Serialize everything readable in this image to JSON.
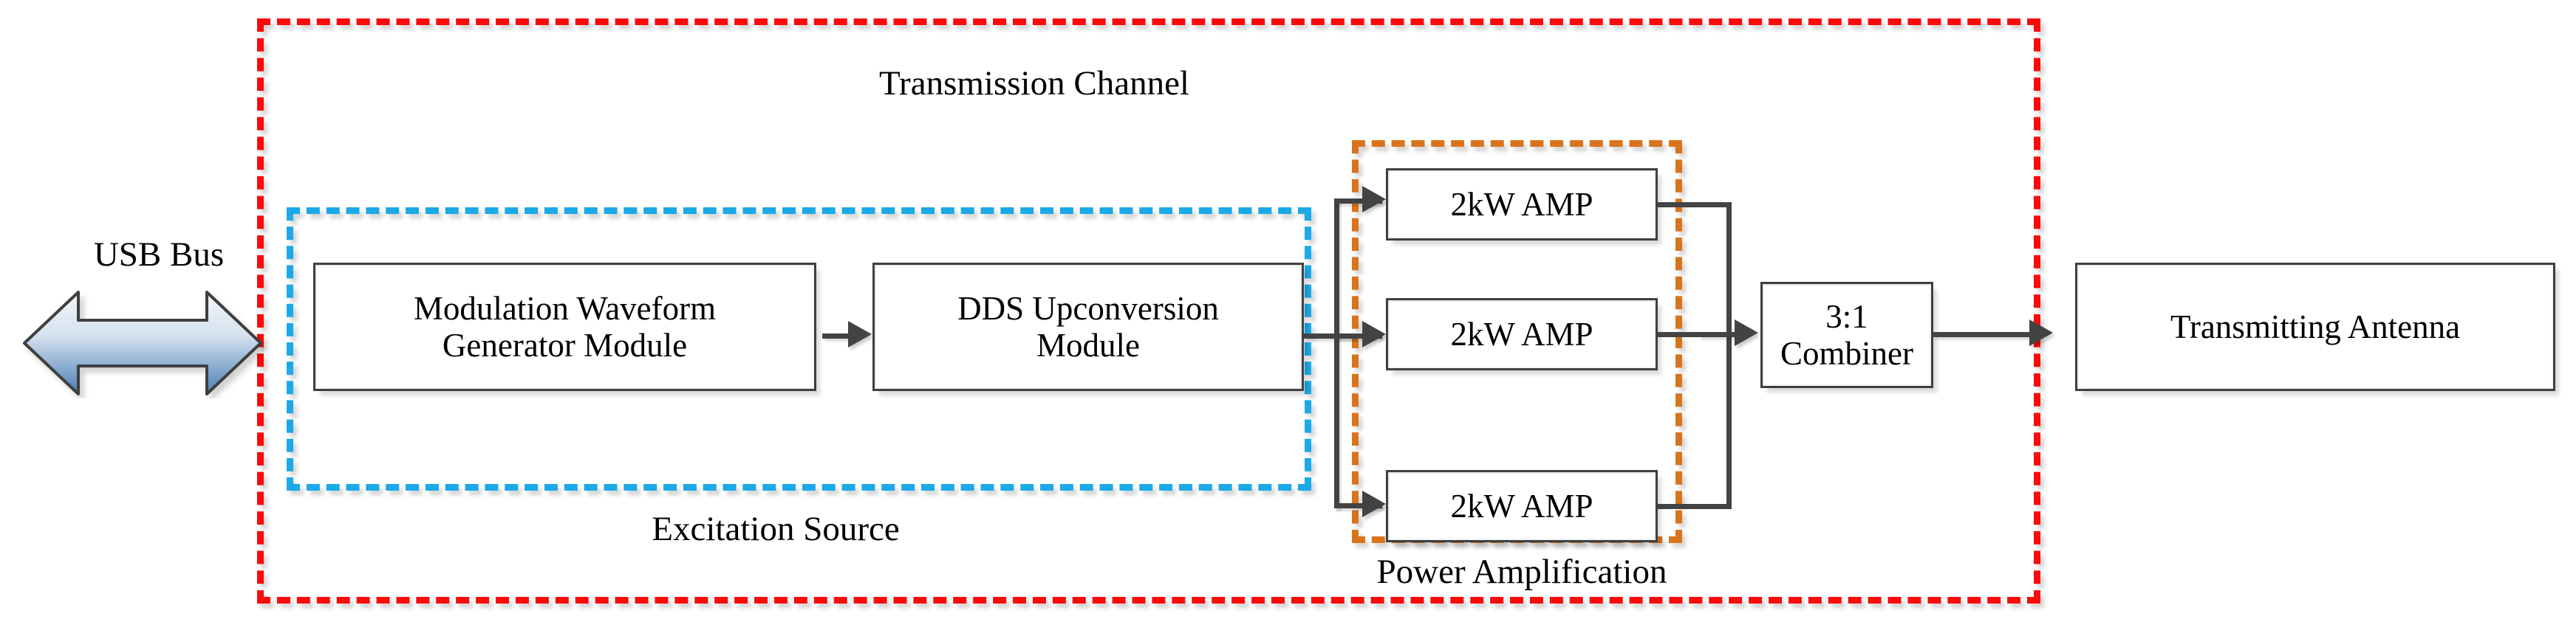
{
  "diagram": {
    "title": "Transmission Channel",
    "groups": {
      "transmission_channel": {
        "label": "Transmission Channel",
        "color": "#fa0a0a",
        "style": "dashed"
      },
      "excitation_source": {
        "label": "Excitation Source",
        "color": "#1ba9e8",
        "style": "dashed"
      },
      "power_amplification": {
        "label": "Power Amplification",
        "color": "#d9741d",
        "style": "dashed"
      }
    },
    "external": {
      "usb_label": "USB  Bus",
      "usb_icon": "double-headed-arrow-icon"
    },
    "blocks": {
      "modulation_waveform_generator": {
        "line1": "Modulation Waveform",
        "line2": "Generator Module"
      },
      "dds_upconversion": {
        "line1": "DDS Upconversion",
        "line2": "Module"
      },
      "amp_1": {
        "label": "2kW AMP"
      },
      "amp_2": {
        "label": "2kW AMP"
      },
      "amp_3": {
        "label": "2kW AMP"
      },
      "combiner": {
        "line1": "3:1",
        "line2": "Combiner"
      },
      "transmitting_antenna": {
        "label": "Transmitting Antenna"
      }
    },
    "connector_icons": {
      "arrow_mod_to_dds": "arrow-right-icon",
      "arrow_dds_to_split": "arrow-right-icon",
      "arrow_to_amp1": "arrow-right-icon",
      "arrow_to_amp2": "arrow-right-icon",
      "arrow_to_amp3": "arrow-right-icon",
      "arrow_to_combiner": "arrow-right-icon",
      "arrow_to_antenna": "arrow-right-icon"
    }
  }
}
